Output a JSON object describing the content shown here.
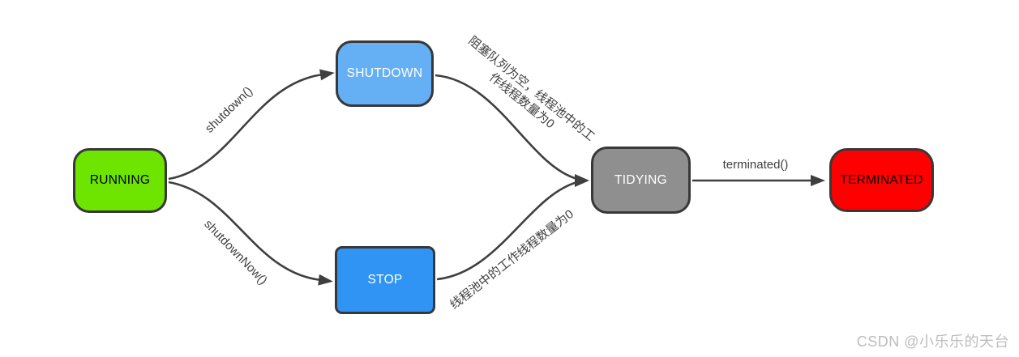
{
  "diagram": {
    "nodes": [
      {
        "id": "running",
        "label": "RUNNING",
        "fill": "#6de500",
        "text_color": "#000000"
      },
      {
        "id": "shutdown",
        "label": "SHUTDOWN",
        "fill": "#65aff5",
        "text_color": "#ffffff"
      },
      {
        "id": "stop",
        "label": "STOP",
        "fill": "#3094f5",
        "text_color": "#ffffff"
      },
      {
        "id": "tidying",
        "label": "TIDYING",
        "fill": "#8f8f8f",
        "text_color": "#ffffff"
      },
      {
        "id": "terminated",
        "label": "TERMINATED",
        "fill": "#fe0000",
        "text_color": "#000000"
      }
    ],
    "edges": [
      {
        "from": "running",
        "to": "shutdown",
        "label": "shutdown()"
      },
      {
        "from": "running",
        "to": "stop",
        "label": "shutdownNow()"
      },
      {
        "from": "shutdown",
        "to": "tidying",
        "label": "阻塞队列为空，线程池中的工\n作线程数量为0"
      },
      {
        "from": "stop",
        "to": "tidying",
        "label": "线程池中的工作线程数量为0"
      },
      {
        "from": "tidying",
        "to": "terminated",
        "label": "terminated()"
      }
    ],
    "edge_color": "#3f3f3f"
  },
  "watermark": {
    "text": "CSDN @小乐乐的天台",
    "color": "#bdbdbd"
  }
}
